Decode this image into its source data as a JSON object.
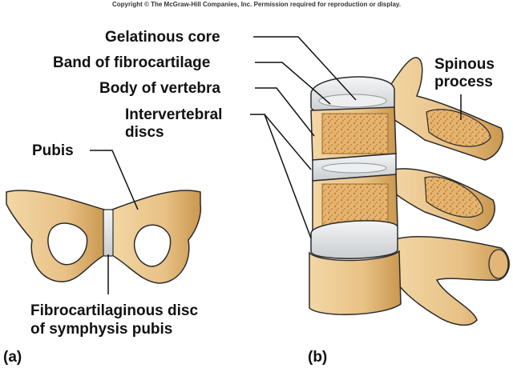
{
  "copyright": "Copyright © The McGraw-Hill Companies, Inc. Permission required for reproduction or display.",
  "panel_a": {
    "letter": "(a)",
    "labels": {
      "pubis": "Pubis",
      "disc_line1": "Fibrocartilaginous disc",
      "disc_line2": "of symphysis pubis"
    }
  },
  "panel_b": {
    "letter": "(b)",
    "labels": {
      "gelatinous_core": "Gelatinous core",
      "band_fibrocartilage": "Band of fibrocartilage",
      "body_vertebra": "Body of vertebra",
      "intervertebral_line1": "Intervertebral",
      "intervertebral_line2": "discs",
      "spinous_line1": "Spinous",
      "spinous_line2": "process"
    }
  },
  "colors": {
    "bone": "#e9c48a",
    "bone_dark": "#c99a55",
    "cancellous": "#d9a55e",
    "disc": "#dfe2e4",
    "outline": "#2b2b2b"
  }
}
